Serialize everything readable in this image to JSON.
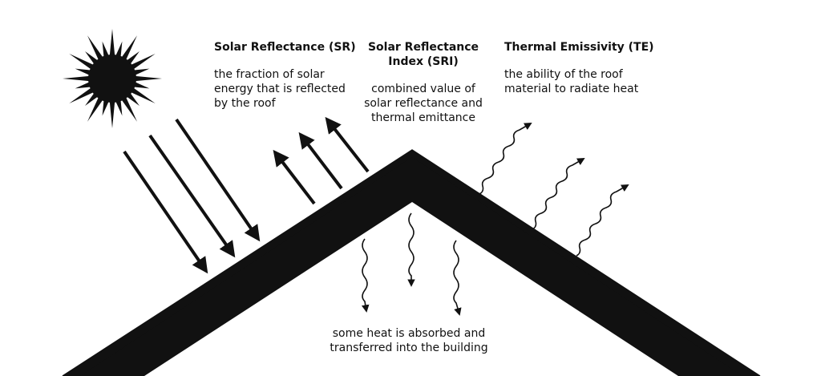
{
  "labels": {
    "sr_title": "Solar Reflectance (SR)",
    "sr_desc": "the fraction of solar energy that is reflected by the roof",
    "sri_title": "Solar Reflectance Index  (SRI)",
    "sri_desc": "combined value of solar reflectance and thermal emittance",
    "te_title": "Thermal Emissivity (TE)",
    "te_desc": "the ability of the roof material to radiate heat",
    "absorbed_desc": "some heat is absorbed and transferred into the building"
  },
  "icons": {
    "sun": "sun-icon",
    "incoming": "arrow-down-right-icon",
    "reflected": "arrow-up-left-icon",
    "emitted": "wavy-arrow-up-icon",
    "absorbed": "wavy-arrow-down-icon"
  },
  "colors": {
    "ink": "#111111",
    "background": "#ffffff"
  }
}
